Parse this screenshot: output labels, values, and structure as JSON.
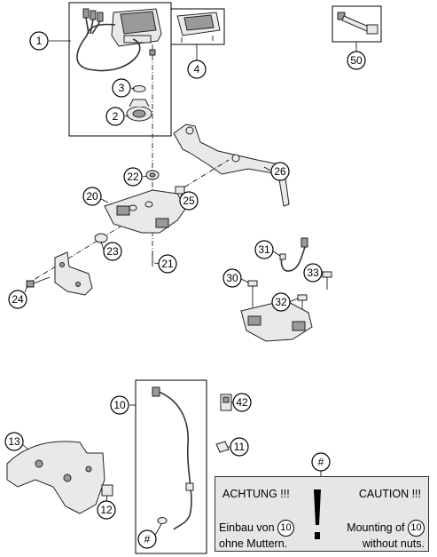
{
  "callouts": {
    "c1": "1",
    "c2": "2",
    "c3": "3",
    "c4": "4",
    "c50": "50",
    "c22": "22",
    "c26": "26",
    "c20": "20",
    "c25": "25",
    "c23": "23",
    "c21": "21",
    "c24": "24",
    "c31": "31",
    "c33": "33",
    "c30": "30",
    "c32": "32",
    "c10": "10",
    "c42": "42",
    "c11": "11",
    "c13": "13",
    "c12": "12",
    "hash_top": "#",
    "hash_bottom": "#"
  },
  "notice": {
    "left_title": "ACHTUNG !!!",
    "right_title": "CAUTION !!!",
    "left_note_prefix": "Einbau von",
    "left_note_ref": "10",
    "left_note_suffix": "ohne Muttern.",
    "right_note_prefix": "Mounting of",
    "right_note_ref": "10",
    "right_note_suffix": "without nuts."
  },
  "colors": {
    "notice_background": "#e6e6e6",
    "line": "#000000"
  }
}
